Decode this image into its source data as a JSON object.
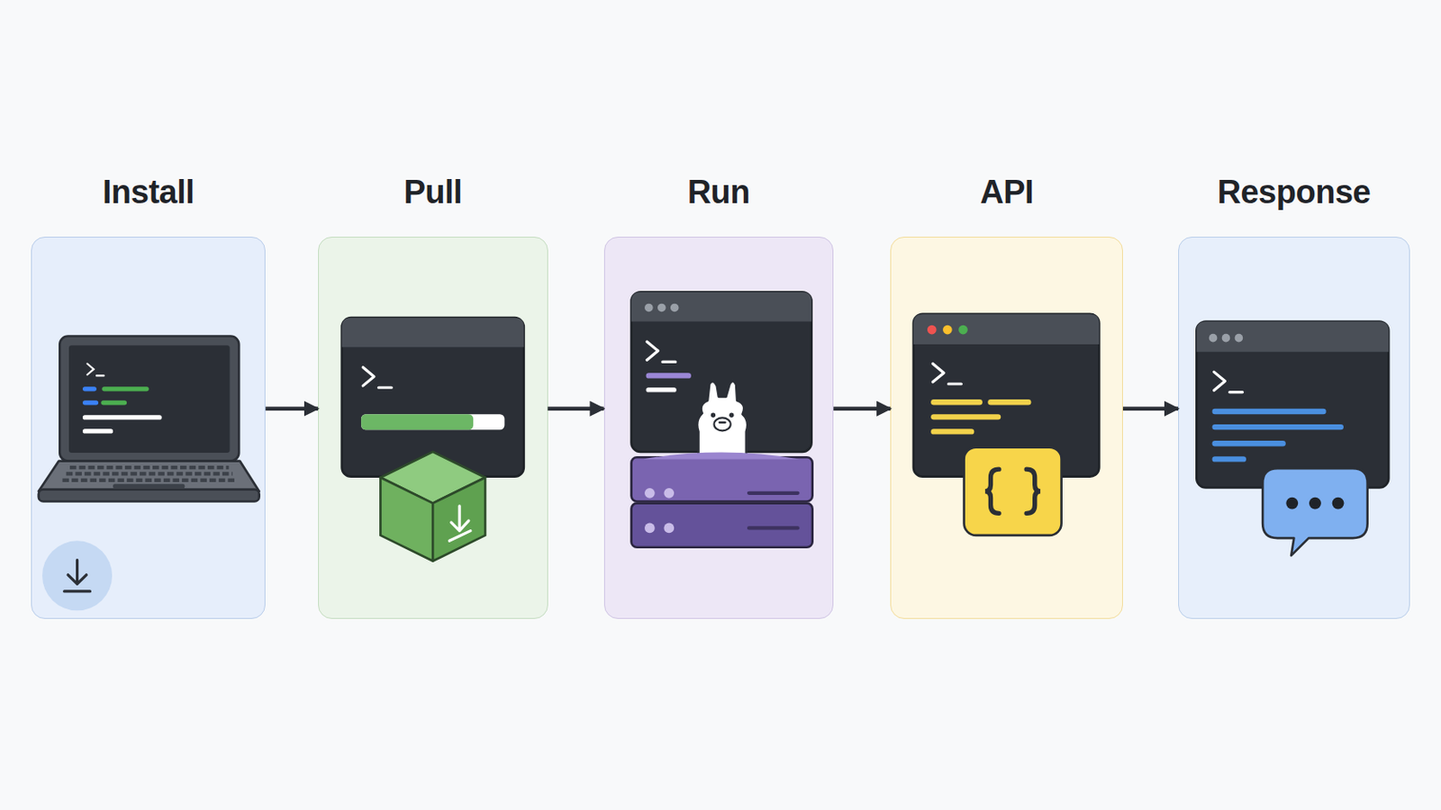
{
  "diagram": {
    "nodes": [
      {
        "text": [
          "Install"
        ]
      },
      {
        "text": [
          "Pull"
        ]
      },
      {
        "text": [
          "Run"
        ]
      },
      {
        "text": [
          "API"
        ]
      },
      {
        "text": [
          "Response"
        ]
      }
    ],
    "edges": [
      {
        "from": 0,
        "to": 1,
        "arrow": "to"
      },
      {
        "from": 1,
        "to": 2,
        "arrow": "to"
      },
      {
        "from": 2,
        "to": 3,
        "arrow": "to"
      },
      {
        "from": 3,
        "to": 4,
        "arrow": "to"
      }
    ]
  }
}
